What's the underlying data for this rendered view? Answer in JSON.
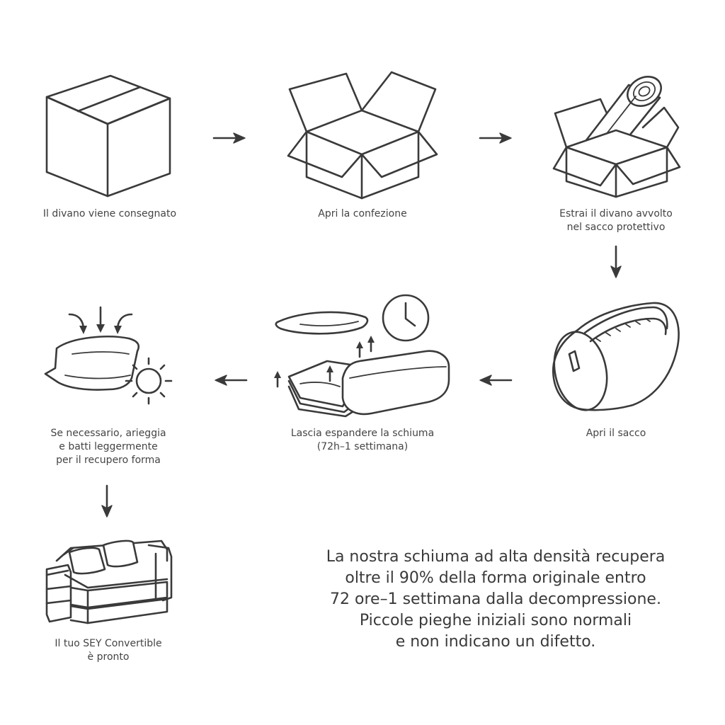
{
  "steps": [
    {
      "id": "delivered",
      "lines": [
        "Il divano viene consegnato"
      ]
    },
    {
      "id": "open-box",
      "lines": [
        "Apri la confezione"
      ]
    },
    {
      "id": "extract",
      "lines": [
        "Estrai il divano avvolto",
        "nel sacco protettivo"
      ]
    },
    {
      "id": "open-bag",
      "lines": [
        "Apri il sacco"
      ]
    },
    {
      "id": "expand",
      "lines": [
        "Lascia espandere la schiuma",
        "(72h–1 settimana)"
      ]
    },
    {
      "id": "air-out",
      "lines": [
        "Se necessario, arieggia",
        "e batti leggermente",
        "per il recupero forma"
      ]
    },
    {
      "id": "ready",
      "lines": [
        "Il tuo SEY Convertible",
        "è pronto"
      ]
    }
  ],
  "note": {
    "lines": [
      "La nostra schiuma ad alta densità recupera",
      "oltre il 90% della forma originale entro",
      "72 ore–1 settimana dalla decompressione.",
      "Piccole pieghe iniziali sono normali",
      "e non indicano un difetto."
    ]
  },
  "icons": {
    "delivered": "closed-box-icon",
    "open-box": "open-box-icon",
    "extract": "box-with-roll-icon",
    "open-bag": "cylindrical-bag-icon",
    "expand": "expanding-foam-icon",
    "clock": "clock-icon",
    "air-out": "pillow-sun-icon",
    "ready": "sofa-icon"
  },
  "colors": {
    "line": "#3a3a3a",
    "text": "#444444",
    "background": "#ffffff"
  }
}
